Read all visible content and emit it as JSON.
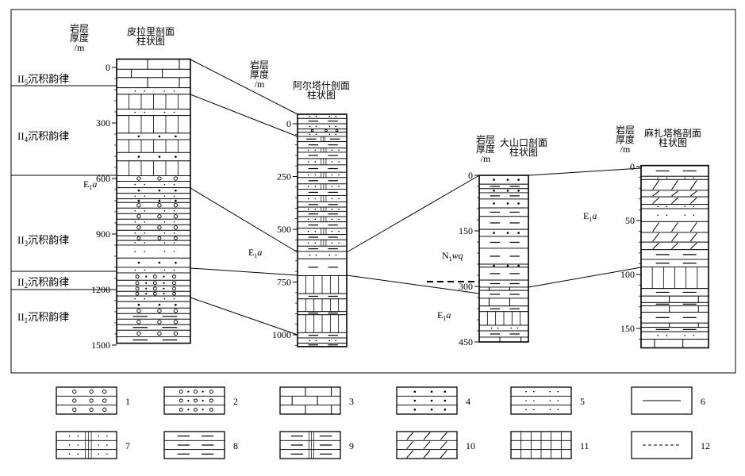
{
  "columns": [
    {
      "id": "pilali",
      "title_line1": "皮拉里剖面",
      "title_line2": "柱状图",
      "axis_label_line1": "岩层",
      "axis_label_line2": "厚度",
      "axis_label_line3": "/m",
      "ticks": [
        0,
        300,
        600,
        900,
        1200,
        1500
      ],
      "beds": [
        [
          -45,
          10,
          3
        ],
        [
          10,
          55,
          3
        ],
        [
          55,
          110,
          3
        ],
        [
          110,
          145,
          5
        ],
        [
          145,
          225,
          11
        ],
        [
          225,
          260,
          5
        ],
        [
          260,
          355,
          11
        ],
        [
          355,
          390,
          4
        ],
        [
          390,
          460,
          11
        ],
        [
          460,
          505,
          4
        ],
        [
          505,
          585,
          11
        ],
        [
          585,
          615,
          1
        ],
        [
          615,
          650,
          5
        ],
        [
          650,
          680,
          4
        ],
        [
          680,
          710,
          5
        ],
        [
          710,
          730,
          4
        ],
        [
          730,
          760,
          1
        ],
        [
          760,
          790,
          5
        ],
        [
          790,
          820,
          1
        ],
        [
          820,
          850,
          5
        ],
        [
          850,
          880,
          1
        ],
        [
          880,
          910,
          5
        ],
        [
          910,
          935,
          1
        ],
        [
          935,
          960,
          5
        ],
        [
          960,
          1030,
          5
        ],
        [
          1030,
          1080,
          4
        ],
        [
          1080,
          1110,
          5
        ],
        [
          1110,
          1150,
          2
        ],
        [
          1150,
          1180,
          2
        ],
        [
          1180,
          1210,
          2
        ],
        [
          1210,
          1235,
          2
        ],
        [
          1235,
          1265,
          5
        ],
        [
          1265,
          1300,
          4
        ],
        [
          1300,
          1330,
          1
        ],
        [
          1330,
          1360,
          8
        ],
        [
          1360,
          1390,
          1
        ],
        [
          1390,
          1420,
          8
        ],
        [
          1420,
          1455,
          1
        ],
        [
          1455,
          1490,
          8
        ]
      ]
    },
    {
      "id": "aertashi",
      "title_line1": "阿尔塔什剖面",
      "title_line2": "柱状图",
      "axis_label_line1": "岩层",
      "axis_label_line2": "厚度",
      "axis_label_line3": "/m",
      "ticks": [
        0,
        250,
        500,
        750,
        1000
      ],
      "beds": [
        [
          -45,
          -25,
          5
        ],
        [
          -25,
          0,
          8
        ],
        [
          0,
          25,
          5
        ],
        [
          25,
          40,
          1
        ],
        [
          40,
          60,
          5
        ],
        [
          60,
          85,
          9
        ],
        [
          85,
          115,
          8
        ],
        [
          115,
          135,
          7
        ],
        [
          135,
          165,
          8
        ],
        [
          165,
          195,
          7
        ],
        [
          195,
          230,
          8
        ],
        [
          230,
          255,
          7
        ],
        [
          255,
          285,
          8
        ],
        [
          285,
          310,
          7
        ],
        [
          310,
          340,
          8
        ],
        [
          340,
          370,
          7
        ],
        [
          370,
          395,
          8
        ],
        [
          395,
          415,
          7
        ],
        [
          415,
          440,
          8
        ],
        [
          440,
          465,
          7
        ],
        [
          465,
          495,
          8
        ],
        [
          495,
          525,
          7
        ],
        [
          525,
          550,
          8
        ],
        [
          550,
          580,
          7
        ],
        [
          580,
          605,
          8
        ],
        [
          605,
          640,
          5
        ],
        [
          640,
          720,
          8
        ],
        [
          720,
          805,
          11
        ],
        [
          805,
          830,
          8
        ],
        [
          830,
          890,
          11
        ],
        [
          890,
          905,
          8
        ],
        [
          905,
          990,
          11
        ],
        [
          990,
          1015,
          8
        ],
        [
          1015,
          1040,
          5
        ],
        [
          1040,
          1056,
          8
        ]
      ]
    },
    {
      "id": "dashankou",
      "title_line1": "大山口剖面",
      "title_line2": "柱状图",
      "axis_label_line1": "岩层",
      "axis_label_line2": "厚度",
      "axis_label_line3": "/m",
      "ticks": [
        0,
        150,
        300,
        450
      ],
      "beds": [
        [
          0,
          24,
          4
        ],
        [
          24,
          36,
          8
        ],
        [
          36,
          47,
          4
        ],
        [
          47,
          64,
          8
        ],
        [
          64,
          88,
          4
        ],
        [
          88,
          111,
          8
        ],
        [
          111,
          146,
          8
        ],
        [
          146,
          165,
          4
        ],
        [
          165,
          197,
          8
        ],
        [
          197,
          240,
          8
        ],
        [
          240,
          248,
          4
        ],
        [
          248,
          283,
          8
        ],
        [
          283,
          302,
          8
        ],
        [
          302,
          311,
          3
        ],
        [
          311,
          332,
          8
        ],
        [
          332,
          353,
          3
        ],
        [
          353,
          368,
          8
        ],
        [
          368,
          405,
          11
        ],
        [
          405,
          420,
          5
        ],
        [
          420,
          437,
          8
        ],
        [
          437,
          450,
          3
        ]
      ]
    },
    {
      "id": "mazhatage",
      "title_line1": "麻扎塔格剖面",
      "title_line2": "柱状图",
      "axis_label_line1": "岩层",
      "axis_label_line2": "厚度",
      "axis_label_line3": "/m",
      "ticks": [
        0,
        50,
        100,
        150
      ],
      "beds": [
        [
          -1,
          9,
          8
        ],
        [
          9,
          12,
          5
        ],
        [
          12,
          22,
          10
        ],
        [
          22,
          28,
          10
        ],
        [
          28,
          35,
          10
        ],
        [
          35,
          39,
          5
        ],
        [
          39,
          51,
          5
        ],
        [
          51,
          61,
          10
        ],
        [
          61,
          70,
          10
        ],
        [
          70,
          77,
          10
        ],
        [
          77,
          86,
          8
        ],
        [
          86,
          93,
          8
        ],
        [
          93,
          113,
          11
        ],
        [
          113,
          120,
          8
        ],
        [
          120,
          126,
          3
        ],
        [
          126,
          129,
          8
        ],
        [
          129,
          135,
          3
        ],
        [
          135,
          145,
          8
        ],
        [
          145,
          149,
          3
        ],
        [
          149,
          153,
          8
        ],
        [
          153,
          160,
          5
        ],
        [
          160,
          168,
          3
        ]
      ]
    }
  ],
  "rhythms": [
    {
      "label_main": "II",
      "label_sub": "5",
      "label_text": "沉积韵律"
    },
    {
      "label_main": "II",
      "label_sub": "4",
      "label_text": "沉积韵律"
    },
    {
      "label_main": "II",
      "label_sub": "3",
      "label_text": "沉积韵律"
    },
    {
      "label_main": "II",
      "label_sub": "2",
      "label_text": "沉积韵律"
    },
    {
      "label_main": "II",
      "label_sub": "1",
      "label_text": "沉积韵律"
    }
  ],
  "formation_labels": [
    {
      "main": "E",
      "sub": "1",
      "italic": "a"
    },
    {
      "main": "E",
      "sub": "1",
      "italic": "a"
    },
    {
      "main": "N",
      "sub": "1",
      "italic": "wq"
    },
    {
      "main": "E",
      "sub": "1",
      "italic": "a"
    },
    {
      "main": "E",
      "sub": "1",
      "italic": "a"
    }
  ],
  "legend": [
    {
      "code": 1,
      "label": "1"
    },
    {
      "code": 2,
      "label": "2"
    },
    {
      "code": 3,
      "label": "3"
    },
    {
      "code": 4,
      "label": "4"
    },
    {
      "code": 5,
      "label": "5"
    },
    {
      "code": 6,
      "label": "6"
    },
    {
      "code": 7,
      "label": "7"
    },
    {
      "code": 8,
      "label": "8"
    },
    {
      "code": 9,
      "label": "9"
    },
    {
      "code": 10,
      "label": "10"
    },
    {
      "code": 11,
      "label": "11"
    },
    {
      "code": 12,
      "label": "12"
    }
  ],
  "colors": {
    "ink": "#000000",
    "background": "#ffffff"
  }
}
